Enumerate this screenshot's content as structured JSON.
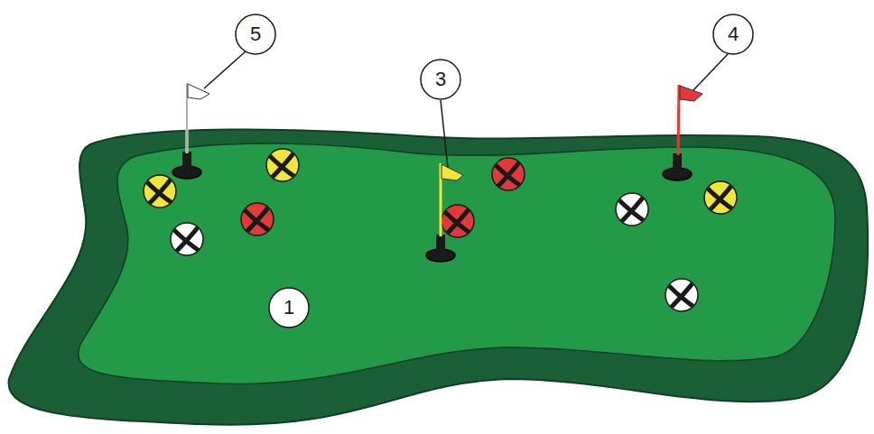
{
  "diagram": {
    "labels": [
      "5",
      "3",
      "4",
      "1"
    ]
  }
}
